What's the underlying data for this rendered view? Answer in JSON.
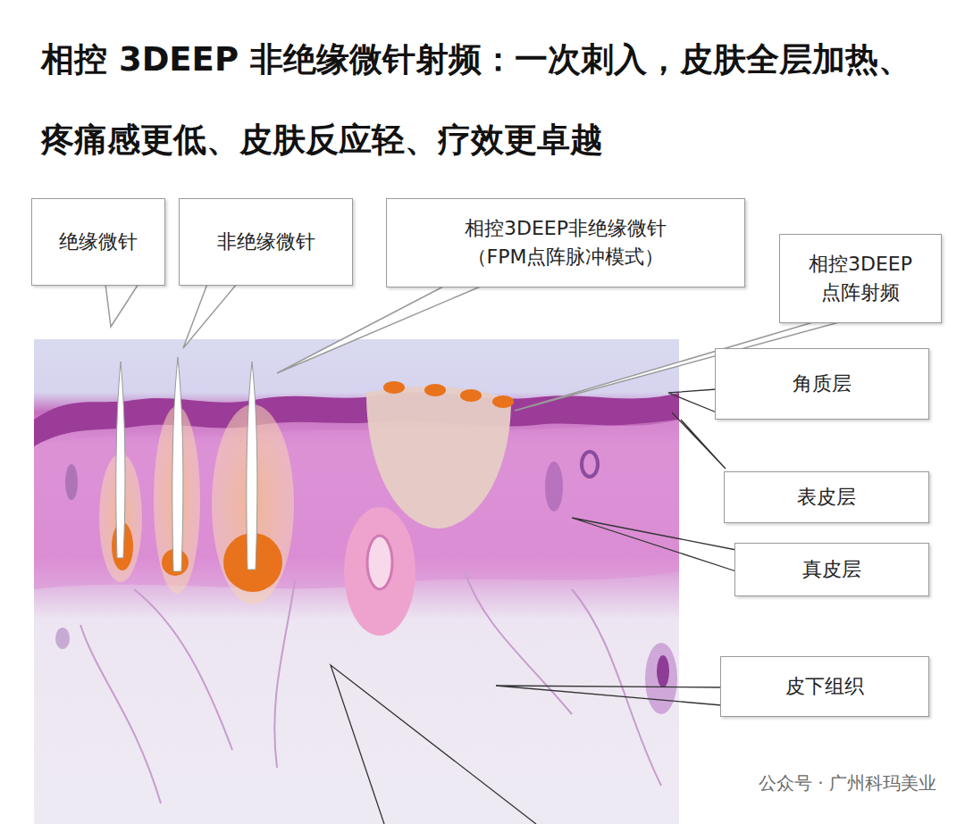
{
  "diagram": {
    "title": "相控 3DEEP 非绝缘微针射频：一次刺入，皮肤全层加热、疼痛感更低、皮肤反应轻、疗效更卓越",
    "nodes": [
      {
        "text": [
          "绝缘微针"
        ]
      },
      {
        "text": [
          "非绝缘微针"
        ]
      },
      {
        "text": [
          "相控3DEEP非绝缘微针 （FPM点阵脉冲模式）"
        ]
      },
      {
        "text": [
          "相控3DEEP 点阵射频"
        ]
      },
      {
        "text": [
          "角质层"
        ]
      },
      {
        "text": [
          "表皮层"
        ]
      },
      {
        "text": [
          "真皮层"
        ]
      },
      {
        "text": [
          "皮下组织"
        ]
      }
    ],
    "edges": [],
    "labels": [
      "公众号 · 广州科玛美业"
    ]
  }
}
